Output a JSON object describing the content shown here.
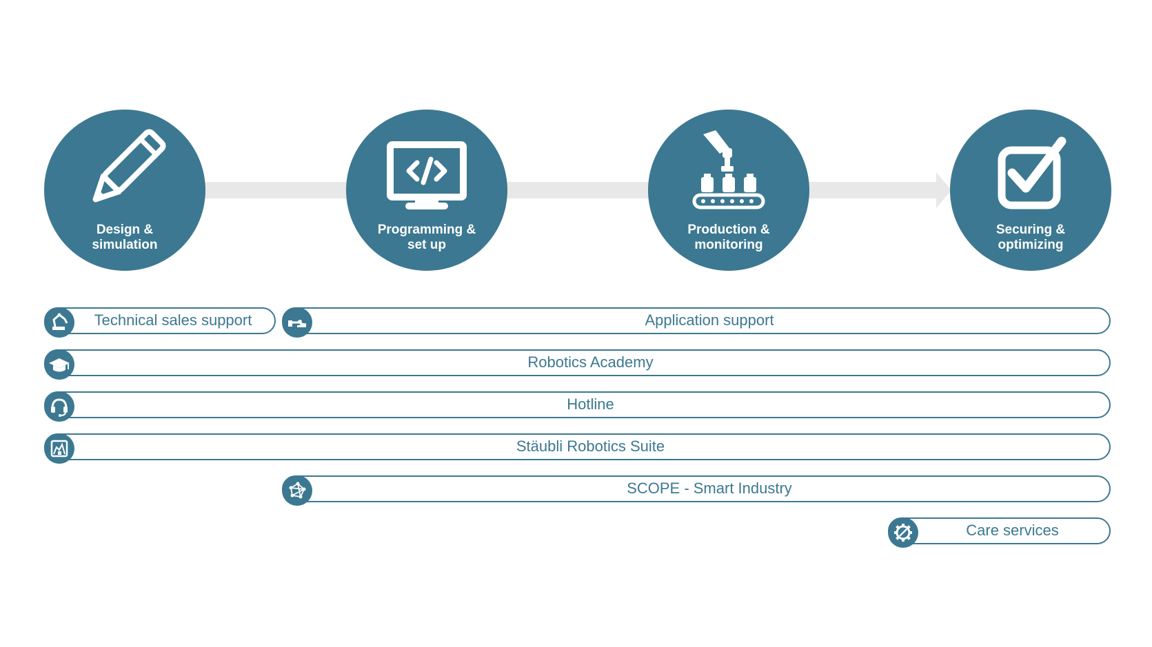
{
  "colors": {
    "primary": "#3c7891",
    "arrow": "#e8e8e8",
    "text_on_primary": "#ffffff"
  },
  "stages": [
    {
      "label": "Design &\nsimulation",
      "icon": "pencil-icon"
    },
    {
      "label": "Programming &\nset up",
      "icon": "monitor-code-icon"
    },
    {
      "label": "Production &\nmonitoring",
      "icon": "robot-conveyor-icon"
    },
    {
      "label": "Securing &\noptimizing",
      "icon": "checkbox-icon"
    }
  ],
  "services": [
    {
      "label": "Technical sales support",
      "icon": "robot-arm-icon"
    },
    {
      "label": "Application support",
      "icon": "robot-tool-icon"
    },
    {
      "label": "Robotics Academy",
      "icon": "graduation-cap-icon"
    },
    {
      "label": "Hotline",
      "icon": "headset-icon"
    },
    {
      "label": "Stäubli Robotics Suite",
      "icon": "software-suite-icon"
    },
    {
      "label": "SCOPE - Smart Industry",
      "icon": "network-icon"
    },
    {
      "label": "Care services",
      "icon": "gear-wrench-icon"
    }
  ]
}
